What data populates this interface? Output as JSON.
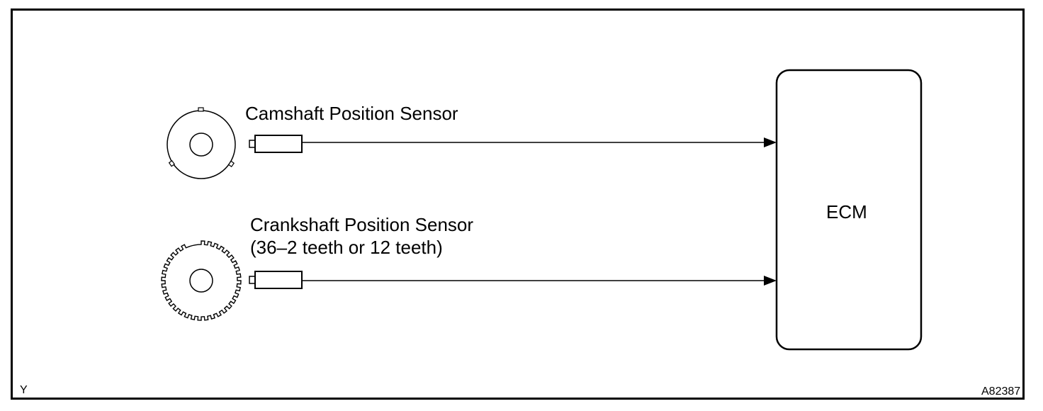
{
  "diagram": {
    "camshaft_label": "Camshaft Position Sensor",
    "crankshaft_label": "Crankshaft Position Sensor",
    "crankshaft_teeth_note": "(36–2 teeth or 12 teeth)",
    "ecm_label": "ECM",
    "corner_left": "Y",
    "corner_right": "A82387"
  }
}
